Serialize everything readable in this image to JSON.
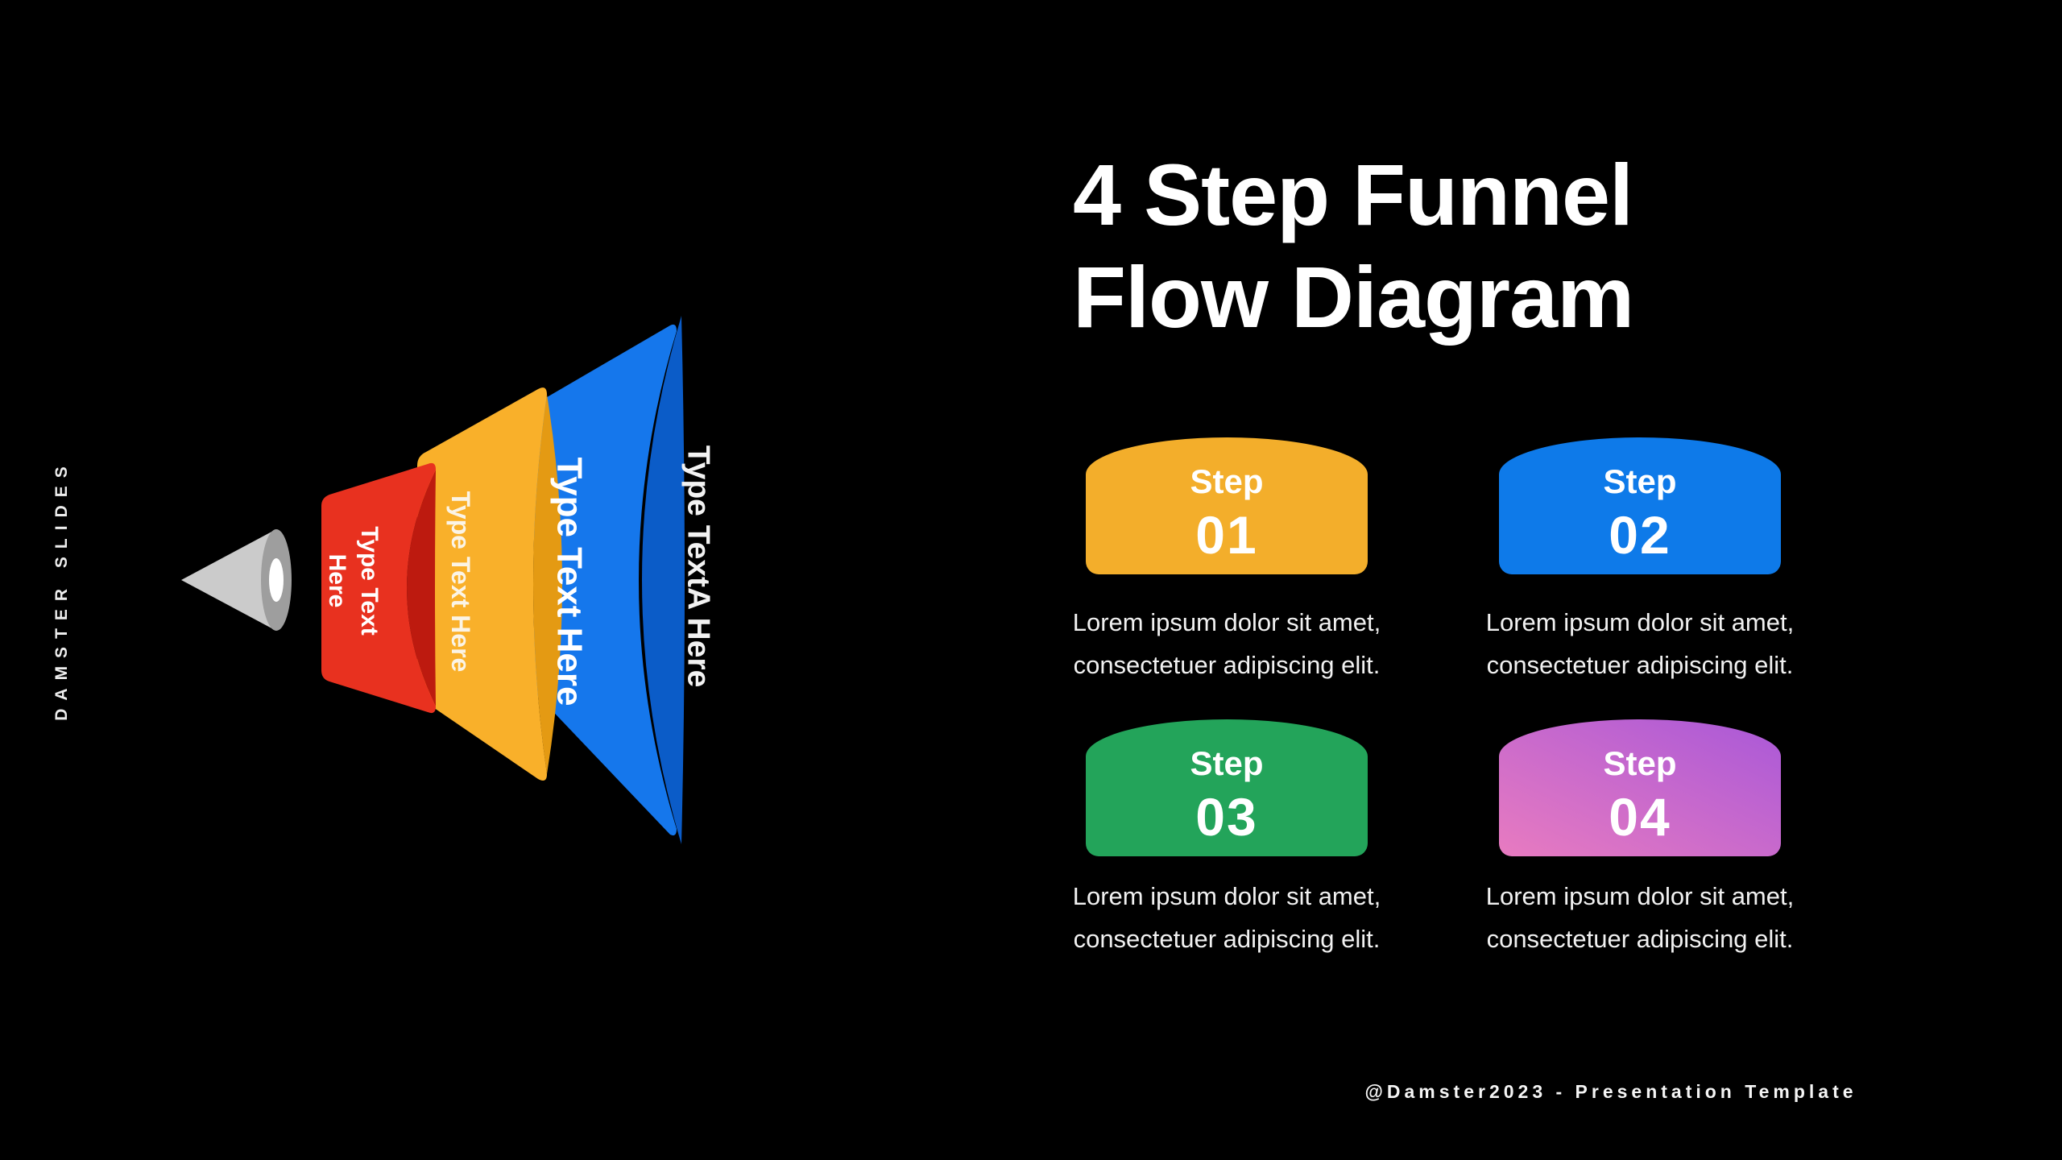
{
  "slide": {
    "background_color": "#000000",
    "brand_vertical_text": "DAMSTER SLIDES",
    "title_line1": "4 Step Funnel",
    "title_line2": "Flow Diagram",
    "footer_credit": "@Damster2023 - Presentation Template"
  },
  "funnel": {
    "cone": {
      "body_color": "#CBCBCB",
      "base_color": "#9E9E9E",
      "hole_color": "#FFFFFF"
    },
    "segments": [
      {
        "name": "stage-1",
        "label_line1": "Type Text",
        "label_line2": "Here",
        "color": "#E8311F",
        "shade_color": "#BD1A0F"
      },
      {
        "name": "stage-2",
        "label": "Type Text Here",
        "color": "#F9B02A",
        "shade_color": "#E49A13"
      },
      {
        "name": "stage-3",
        "label": "Type Text Here",
        "color": "#1577EC",
        "shade_color": "#0B5CC8"
      }
    ],
    "outflow_label": "Type TextA Here"
  },
  "steps": [
    {
      "label": "Step",
      "number": "01",
      "color_start": "#F3AE2B",
      "color_end": "#F3AE2B",
      "description": "Lorem ipsum dolor sit amet, consectetuer adipiscing elit."
    },
    {
      "label": "Step",
      "number": "02",
      "color_start": "#0E7AE9",
      "color_end": "#0E7AE9",
      "description": "Lorem ipsum dolor sit amet, consectetuer adipiscing elit."
    },
    {
      "label": "Step",
      "number": "03",
      "color_start": "#23A45A",
      "color_end": "#23A45A",
      "description": "Lorem ipsum dolor sit amet, consectetuer adipiscing elit."
    },
    {
      "label": "Step",
      "number": "04",
      "color_start": "#E87BC0",
      "color_end": "#A958D8",
      "description": "Lorem ipsum dolor sit amet, consectetuer adipiscing elit."
    }
  ]
}
